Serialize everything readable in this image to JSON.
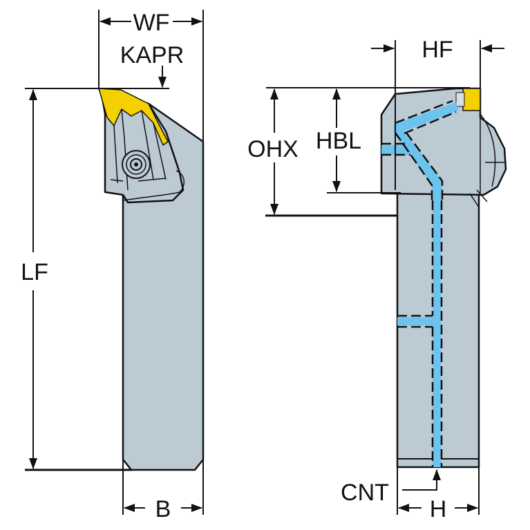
{
  "diagram": {
    "subject": "Turning tool holder with coolant channel (side and front views)",
    "colors": {
      "body": "#bccad4",
      "insert": "#f5d000",
      "coolant": "#6cc3ee",
      "line": "#111111",
      "background": "#ffffff"
    },
    "left_view": {
      "labels": {
        "wf": "WF",
        "kapr": "KAPR",
        "lf": "LF",
        "b": "B"
      }
    },
    "right_view": {
      "labels": {
        "hf": "HF",
        "ohx": "OHX",
        "hbl": "HBL",
        "cnt": "CNT",
        "h": "H"
      }
    }
  }
}
